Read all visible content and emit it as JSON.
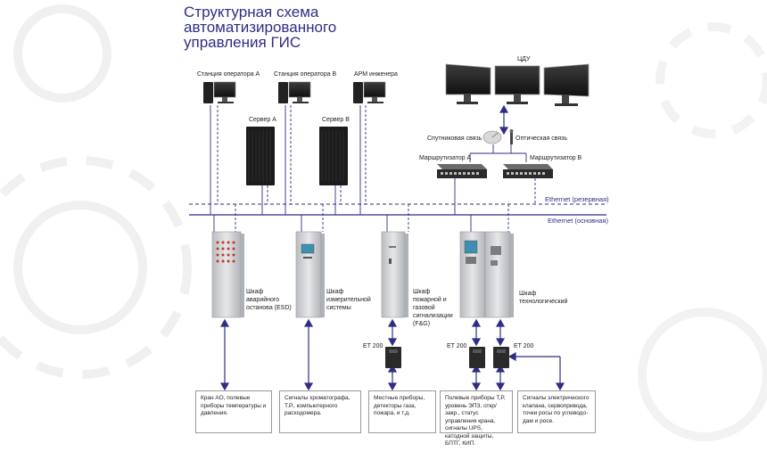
{
  "title": {
    "line1": "Структурная схема",
    "line2": "автоматизированного",
    "line3": "управления ГИС"
  },
  "workstations": {
    "op_a": "Станция оператора А",
    "op_b": "Станция оператора В",
    "engineer": "АРМ инженера",
    "cdu": "ЦДУ"
  },
  "servers": {
    "a": "Сервер А",
    "b": "Сервер В"
  },
  "comms": {
    "satellite": "Спутниковая связь",
    "optical": "Оптическая связь",
    "router_a": "Маршрутизатор А",
    "router_b": "Маршрутизатор В"
  },
  "networks": {
    "reserve": "Ethernet (резервная)",
    "main": "Ethernet (основная)"
  },
  "cabinets": {
    "esd": [
      "Шкаф",
      "аварийного",
      "останова (ESD)"
    ],
    "meas": [
      "Шкаф",
      "измерительной",
      "системы"
    ],
    "fg": [
      "Шкаф",
      "пожарной и",
      "газовой",
      "сигнализации",
      "(F&G)"
    ],
    "tech": [
      "Шкаф",
      "технологический"
    ]
  },
  "io_modules": {
    "fg": "ET 200",
    "tech_1": "ET 200",
    "tech_2": "ET 200"
  },
  "boxes": {
    "esd": "Кран АО, полевые приборы температуры и давления.",
    "meas": "Сигналы хроматографа, Т.Р., компьютерного расходомера.",
    "fg": "Местные приборы, детекторы газа, пожара, и т.д.",
    "tech1": "Полевые приборы Т,Р, уровень ЭПЗ, откр/закр., статус управления крана, сигналы UPS, катодной защиты, БПТГ, КИП.",
    "tech2": "Сигналы электрического клапана, сервопривода, точки росы по углеводо-дам и росе."
  },
  "colors": {
    "accent": "#2f2d86",
    "line": "#3a3a9a",
    "cabinet": "#d4d6d9",
    "server": "#1a1a1a"
  }
}
